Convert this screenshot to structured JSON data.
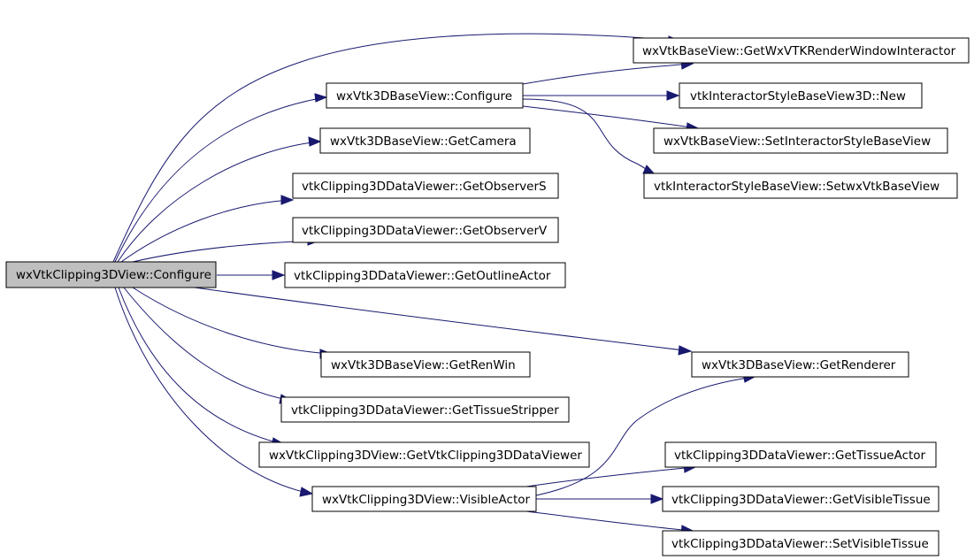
{
  "colors": {
    "edge": "#191970",
    "root_fill": "#bfbfbf",
    "node_fill": "#ffffff",
    "border": "#000000"
  },
  "nodes": {
    "root": "wxVtkClipping3DView::Configure",
    "base_configure": "wxVtk3DBaseView::Configure",
    "get_camera": "wxVtk3DBaseView::GetCamera",
    "get_observer_s": "vtkClipping3DDataViewer::GetObserverS",
    "get_observer_v": "vtkClipping3DDataViewer::GetObserverV",
    "get_outline_actor": "vtkClipping3DDataViewer::GetOutlineActor",
    "get_ren_win": "wxVtk3DBaseView::GetRenWin",
    "get_tissue_stripper": "vtkClipping3DDataViewer::GetTissueStripper",
    "get_vtk_clipping_viewer": "wxVtkClipping3DView::GetVtkClipping3DDataViewer",
    "visible_actor": "wxVtkClipping3DView::VisibleActor",
    "get_interactor": "wxVtkBaseView::GetWxVTKRenderWindowInteractor",
    "style_new": "vtkInteractorStyleBaseView3D::New",
    "set_interactor_style": "wxVtkBaseView::SetInteractorStyleBaseView",
    "set_wx_vtk_base_view": "vtkInteractorStyleBaseView::SetwxVtkBaseView",
    "get_renderer": "wxVtk3DBaseView::GetRenderer",
    "get_tissue_actor": "vtkClipping3DDataViewer::GetTissueActor",
    "get_visible_tissue": "vtkClipping3DDataViewer::GetVisibleTissue",
    "set_visible_tissue": "vtkClipping3DDataViewer::SetVisibleTissue"
  }
}
